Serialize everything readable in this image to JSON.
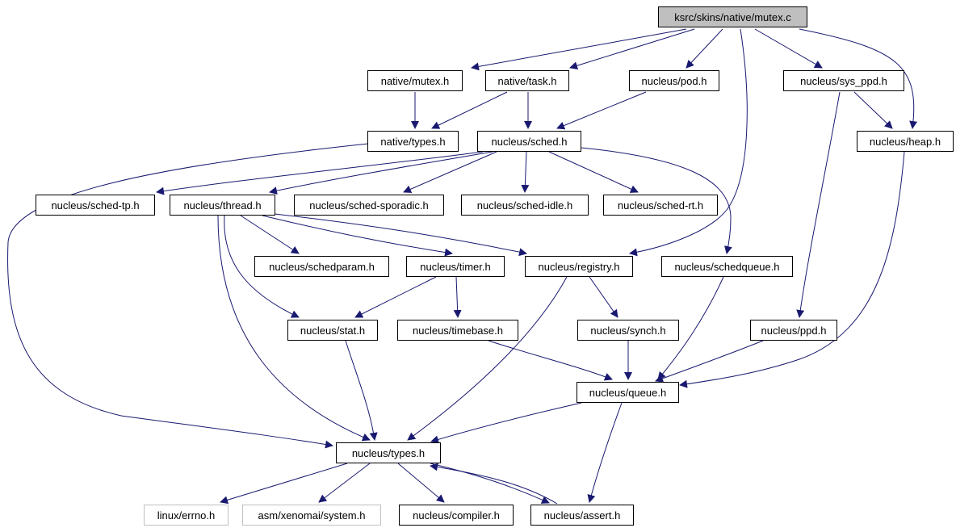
{
  "graph": {
    "root": "mutex_c",
    "nodes": [
      {
        "id": "mutex_c",
        "label": "ksrc/skins/native/mutex.c",
        "kind": "root"
      },
      {
        "id": "native_mutex_h",
        "label": "native/mutex.h",
        "kind": "file"
      },
      {
        "id": "native_task_h",
        "label": "native/task.h",
        "kind": "file"
      },
      {
        "id": "nucleus_pod_h",
        "label": "nucleus/pod.h",
        "kind": "file"
      },
      {
        "id": "nucleus_sys_ppd_h",
        "label": "nucleus/sys_ppd.h",
        "kind": "file"
      },
      {
        "id": "native_types_h",
        "label": "native/types.h",
        "kind": "file"
      },
      {
        "id": "nucleus_sched_h",
        "label": "nucleus/sched.h",
        "kind": "file"
      },
      {
        "id": "nucleus_heap_h",
        "label": "nucleus/heap.h",
        "kind": "file"
      },
      {
        "id": "nucleus_sched_tp_h",
        "label": "nucleus/sched-tp.h",
        "kind": "file"
      },
      {
        "id": "nucleus_thread_h",
        "label": "nucleus/thread.h",
        "kind": "file"
      },
      {
        "id": "nucleus_sched_sporadic_h",
        "label": "nucleus/sched-sporadic.h",
        "kind": "file"
      },
      {
        "id": "nucleus_sched_idle_h",
        "label": "nucleus/sched-idle.h",
        "kind": "file"
      },
      {
        "id": "nucleus_sched_rt_h",
        "label": "nucleus/sched-rt.h",
        "kind": "file"
      },
      {
        "id": "nucleus_schedparam_h",
        "label": "nucleus/schedparam.h",
        "kind": "file"
      },
      {
        "id": "nucleus_timer_h",
        "label": "nucleus/timer.h",
        "kind": "file"
      },
      {
        "id": "nucleus_registry_h",
        "label": "nucleus/registry.h",
        "kind": "file"
      },
      {
        "id": "nucleus_schedqueue_h",
        "label": "nucleus/schedqueue.h",
        "kind": "file"
      },
      {
        "id": "nucleus_stat_h",
        "label": "nucleus/stat.h",
        "kind": "file"
      },
      {
        "id": "nucleus_timebase_h",
        "label": "nucleus/timebase.h",
        "kind": "file"
      },
      {
        "id": "nucleus_synch_h",
        "label": "nucleus/synch.h",
        "kind": "file"
      },
      {
        "id": "nucleus_ppd_h",
        "label": "nucleus/ppd.h",
        "kind": "file"
      },
      {
        "id": "nucleus_queue_h",
        "label": "nucleus/queue.h",
        "kind": "file"
      },
      {
        "id": "nucleus_types_h",
        "label": "nucleus/types.h",
        "kind": "file"
      },
      {
        "id": "linux_errno_h",
        "label": "linux/errno.h",
        "kind": "missing"
      },
      {
        "id": "asm_xenomai_system_h",
        "label": "asm/xenomai/system.h",
        "kind": "missing"
      },
      {
        "id": "nucleus_compiler_h",
        "label": "nucleus/compiler.h",
        "kind": "file"
      },
      {
        "id": "nucleus_assert_h",
        "label": "nucleus/assert.h",
        "kind": "file"
      }
    ],
    "edges": [
      [
        "mutex_c",
        "native_mutex_h"
      ],
      [
        "mutex_c",
        "native_task_h"
      ],
      [
        "mutex_c",
        "nucleus_pod_h"
      ],
      [
        "mutex_c",
        "nucleus_sys_ppd_h"
      ],
      [
        "mutex_c",
        "nucleus_heap_h"
      ],
      [
        "mutex_c",
        "nucleus_registry_h"
      ],
      [
        "native_mutex_h",
        "native_types_h"
      ],
      [
        "native_task_h",
        "native_types_h"
      ],
      [
        "native_task_h",
        "nucleus_sched_h"
      ],
      [
        "nucleus_pod_h",
        "nucleus_sched_h"
      ],
      [
        "nucleus_sys_ppd_h",
        "nucleus_heap_h"
      ],
      [
        "nucleus_sys_ppd_h",
        "nucleus_ppd_h"
      ],
      [
        "native_types_h",
        "nucleus_types_h"
      ],
      [
        "nucleus_sched_h",
        "nucleus_sched_tp_h"
      ],
      [
        "nucleus_sched_h",
        "nucleus_thread_h"
      ],
      [
        "nucleus_sched_h",
        "nucleus_sched_sporadic_h"
      ],
      [
        "nucleus_sched_h",
        "nucleus_sched_idle_h"
      ],
      [
        "nucleus_sched_h",
        "nucleus_sched_rt_h"
      ],
      [
        "nucleus_sched_h",
        "nucleus_schedqueue_h"
      ],
      [
        "nucleus_heap_h",
        "nucleus_queue_h"
      ],
      [
        "nucleus_thread_h",
        "nucleus_schedparam_h"
      ],
      [
        "nucleus_thread_h",
        "nucleus_timer_h"
      ],
      [
        "nucleus_thread_h",
        "nucleus_registry_h"
      ],
      [
        "nucleus_thread_h",
        "nucleus_stat_h"
      ],
      [
        "nucleus_thread_h",
        "nucleus_types_h"
      ],
      [
        "nucleus_timer_h",
        "nucleus_stat_h"
      ],
      [
        "nucleus_timer_h",
        "nucleus_timebase_h"
      ],
      [
        "nucleus_registry_h",
        "nucleus_synch_h"
      ],
      [
        "nucleus_registry_h",
        "nucleus_types_h"
      ],
      [
        "nucleus_schedqueue_h",
        "nucleus_queue_h"
      ],
      [
        "nucleus_stat_h",
        "nucleus_types_h"
      ],
      [
        "nucleus_timebase_h",
        "nucleus_queue_h"
      ],
      [
        "nucleus_synch_h",
        "nucleus_queue_h"
      ],
      [
        "nucleus_ppd_h",
        "nucleus_queue_h"
      ],
      [
        "nucleus_queue_h",
        "nucleus_types_h"
      ],
      [
        "nucleus_queue_h",
        "nucleus_assert_h"
      ],
      [
        "nucleus_types_h",
        "linux_errno_h"
      ],
      [
        "nucleus_types_h",
        "asm_xenomai_system_h"
      ],
      [
        "nucleus_types_h",
        "nucleus_compiler_h"
      ],
      [
        "nucleus_types_h",
        "nucleus_assert_h"
      ],
      [
        "nucleus_assert_h",
        "nucleus_types_h"
      ]
    ],
    "colors": {
      "edge": "#191970",
      "node_border": "#000000",
      "missing_border": "#bfbfbf",
      "root_fill": "#bfbfbf"
    }
  }
}
